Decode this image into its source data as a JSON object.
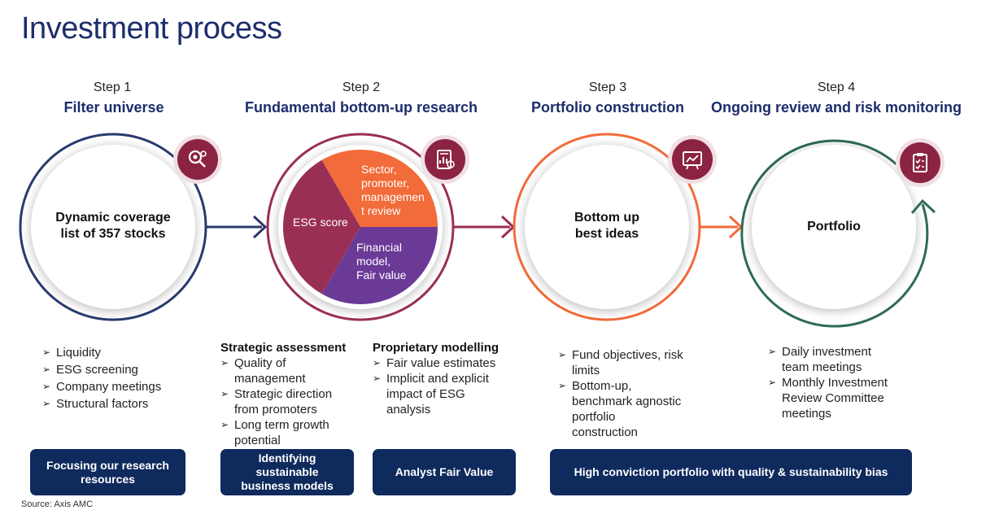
{
  "title": "Investment process",
  "steps": [
    {
      "step": "Step 1",
      "name": "Filter universe",
      "center": [
        "Dynamic coverage",
        "list of 357 stocks"
      ],
      "ring_color": "#2a3a6e",
      "icon": "magnifier-gear-icon"
    },
    {
      "step": "Step 2",
      "name": "Fundamental bottom-up research",
      "ring_color": "#9a2f56",
      "icon": "document-chart-icon",
      "pie": [
        {
          "label": [
            "Sector,",
            "promoter,",
            "managemen",
            "t review"
          ],
          "color": "#f26b3a"
        },
        {
          "label": [
            "Financial",
            "model,",
            "Fair value"
          ],
          "color": "#6b3a97"
        },
        {
          "label": [
            "ESG score"
          ],
          "color": "#9a2f56"
        }
      ]
    },
    {
      "step": "Step 3",
      "name": "Portfolio construction",
      "center": [
        "Bottom up",
        "best ideas"
      ],
      "ring_color": "#f26b3a",
      "icon": "portfolio-board-icon"
    },
    {
      "step": "Step 4",
      "name": "Ongoing review and risk monitoring",
      "center": [
        "Portfolio"
      ],
      "ring_color": "#2f6b55",
      "icon": "clipboard-check-icon"
    }
  ],
  "details": {
    "step1": [
      "Liquidity",
      "ESG screening",
      "Company meetings",
      "Structural factors"
    ],
    "step2a": {
      "heading": "Strategic assessment",
      "items": [
        [
          "Quality of",
          "management"
        ],
        [
          "Strategic direction",
          "from promoters"
        ],
        [
          "Long term growth",
          "potential"
        ]
      ]
    },
    "step2b": {
      "heading": "Proprietary modelling",
      "items": [
        [
          "Fair value estimates"
        ],
        [
          "Implicit and explicit",
          "impact of ESG",
          "analysis"
        ]
      ]
    },
    "step3": [
      [
        "Fund objectives, risk",
        "limits"
      ],
      [
        "Bottom-up,",
        "benchmark agnostic",
        "portfolio",
        "construction"
      ]
    ],
    "step4": [
      [
        "Daily investment",
        "team meetings"
      ],
      [
        "Monthly Investment",
        "Review Committee",
        "meetings"
      ]
    ]
  },
  "badges": {
    "b1": [
      "Focusing our research",
      "resources"
    ],
    "b2": [
      "Identifying",
      "sustainable",
      "business models"
    ],
    "b3": [
      "Analyst Fair Value"
    ],
    "b4": [
      "High conviction portfolio with quality & sustainability bias"
    ]
  },
  "source": "Source: Axis AMC"
}
